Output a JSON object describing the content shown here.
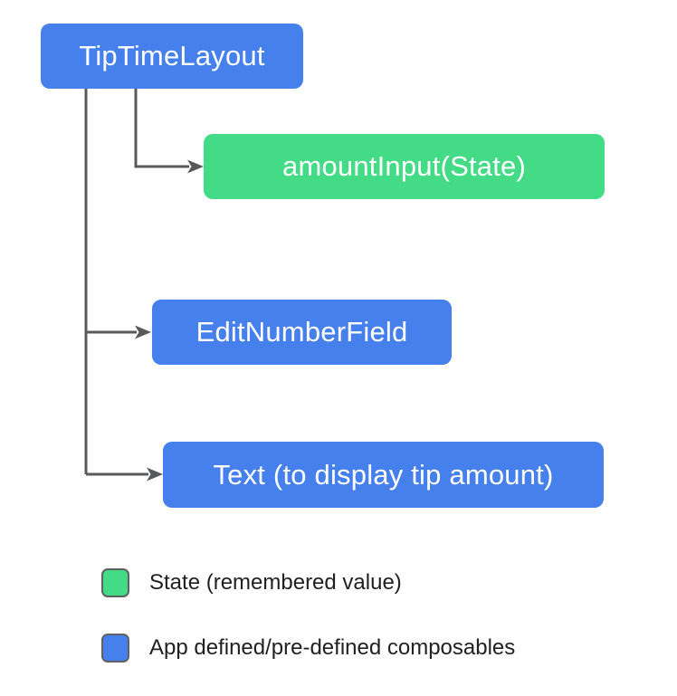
{
  "diagram": {
    "nodes": [
      {
        "id": "tiptimelayout",
        "label": "TipTimeLayout",
        "type": "composable"
      },
      {
        "id": "amountinput",
        "label": "amountInput(State)",
        "type": "state"
      },
      {
        "id": "editnumberfield",
        "label": "EditNumberField",
        "type": "composable"
      },
      {
        "id": "text",
        "label": "Text (to display tip amount)",
        "type": "composable"
      }
    ],
    "edges": [
      {
        "from": "tiptimelayout",
        "to": "amountinput"
      },
      {
        "from": "tiptimelayout",
        "to": "editnumberfield"
      },
      {
        "from": "tiptimelayout",
        "to": "text"
      }
    ]
  },
  "legend": {
    "items": [
      {
        "swatch": "state-green",
        "label": "State (remembered value)"
      },
      {
        "swatch": "composable-blue",
        "label": "App defined/pre-defined composables"
      }
    ]
  },
  "colors": {
    "composable_blue": "#4680ec",
    "state_green": "#43db86",
    "connector_gray": "#58595b",
    "legend_text": "#212121",
    "swatch_border": "#606163",
    "background": "#ffffff"
  }
}
